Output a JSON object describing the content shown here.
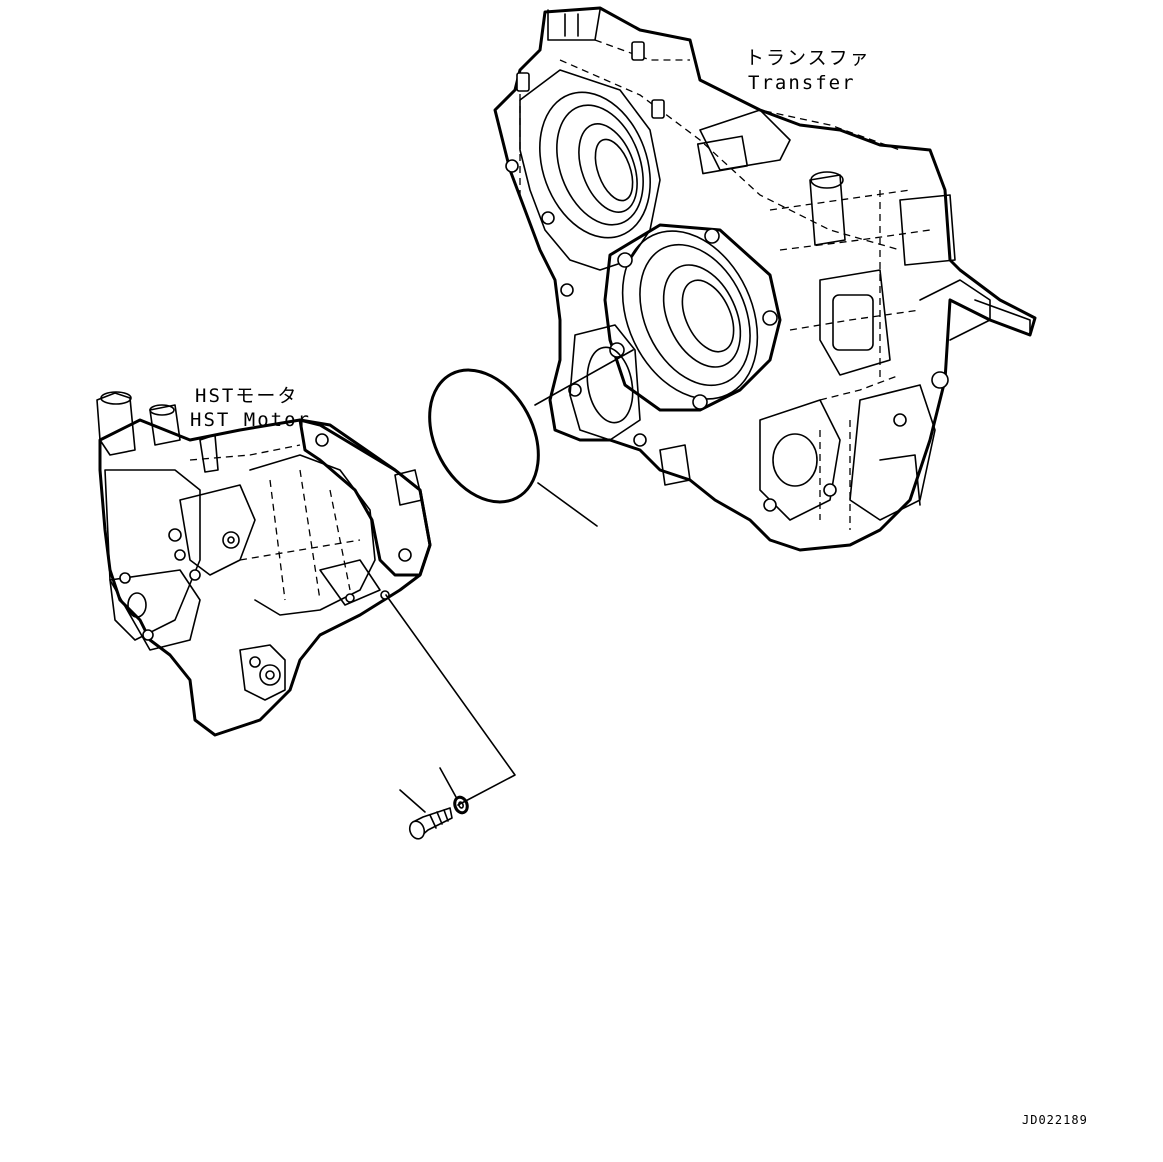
{
  "labels": {
    "transfer_jp": "トランスファ",
    "transfer_en": "Transfer",
    "motor_jp": "HSTモータ",
    "motor_en": "HST Motor"
  },
  "drawing_code": "JD022189",
  "parts": [
    {
      "name": "transfer-case",
      "icon": "transfer-case-drawing"
    },
    {
      "name": "hst-motor",
      "icon": "hst-motor-drawing"
    },
    {
      "name": "o-ring",
      "icon": "o-ring-drawing"
    },
    {
      "name": "bolt",
      "icon": "bolt-drawing"
    },
    {
      "name": "washer",
      "icon": "washer-drawing"
    }
  ],
  "colors": {
    "line": "#000000",
    "background": "#ffffff"
  }
}
